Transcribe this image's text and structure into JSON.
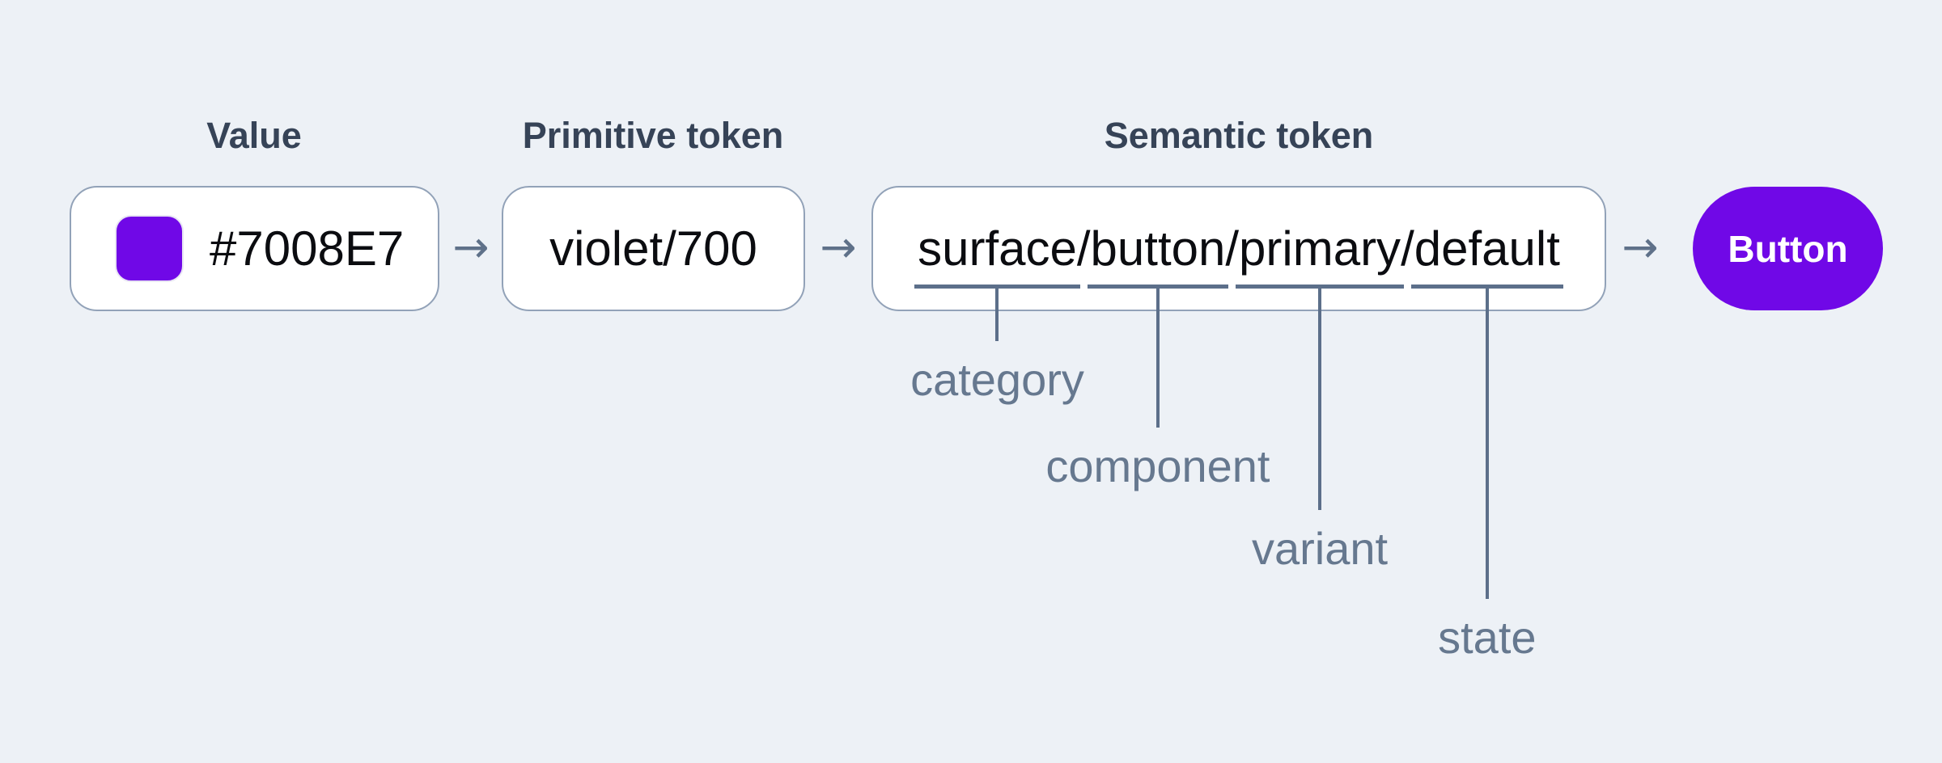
{
  "headings": {
    "value": "Value",
    "primitive": "Primitive token",
    "semantic": "Semantic token"
  },
  "value_box": {
    "hex": "#7008E7"
  },
  "primitive_box": {
    "token": "violet/700"
  },
  "semantic_box": {
    "separator": "/",
    "segments": [
      {
        "part": "surface",
        "label": "category"
      },
      {
        "part": "button",
        "label": "component"
      },
      {
        "part": "primary",
        "label": "variant"
      },
      {
        "part": "default",
        "label": "state"
      }
    ]
  },
  "result_button": {
    "label": "Button"
  },
  "arrow_glyph": "→",
  "colors": {
    "accent_violet": "#7008E7",
    "annotation_slate": "#5c6f8a",
    "heading_slate": "#364357",
    "box_border": "#92a2b8",
    "background": "#edf1f6"
  }
}
